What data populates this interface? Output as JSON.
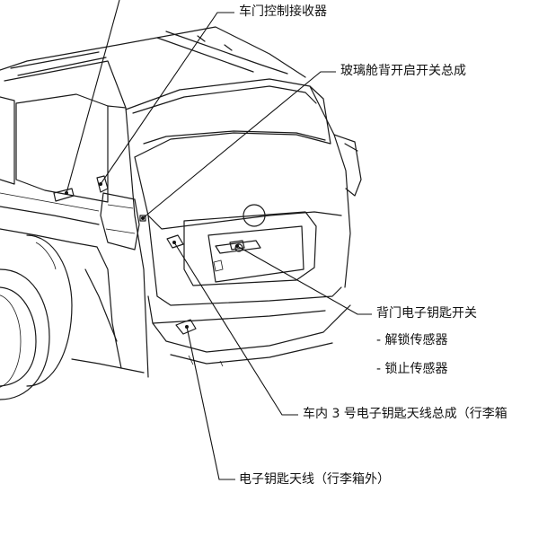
{
  "labels": {
    "receiver": "车门控制接收器",
    "glass_switch": "玻璃舱背开启开关总成",
    "back_door_key_switch": "背门电子钥匙开关",
    "unlock_sensor": "- 解锁传感器",
    "lock_sensor": "- 锁止传感器",
    "antenna_no3": "车内 3 号电子钥匙天线总成（行李箱",
    "antenna_outside": "电子钥匙天线（行李箱外）"
  },
  "colors": {
    "line": "#1a1a1a",
    "background": "#ffffff"
  }
}
